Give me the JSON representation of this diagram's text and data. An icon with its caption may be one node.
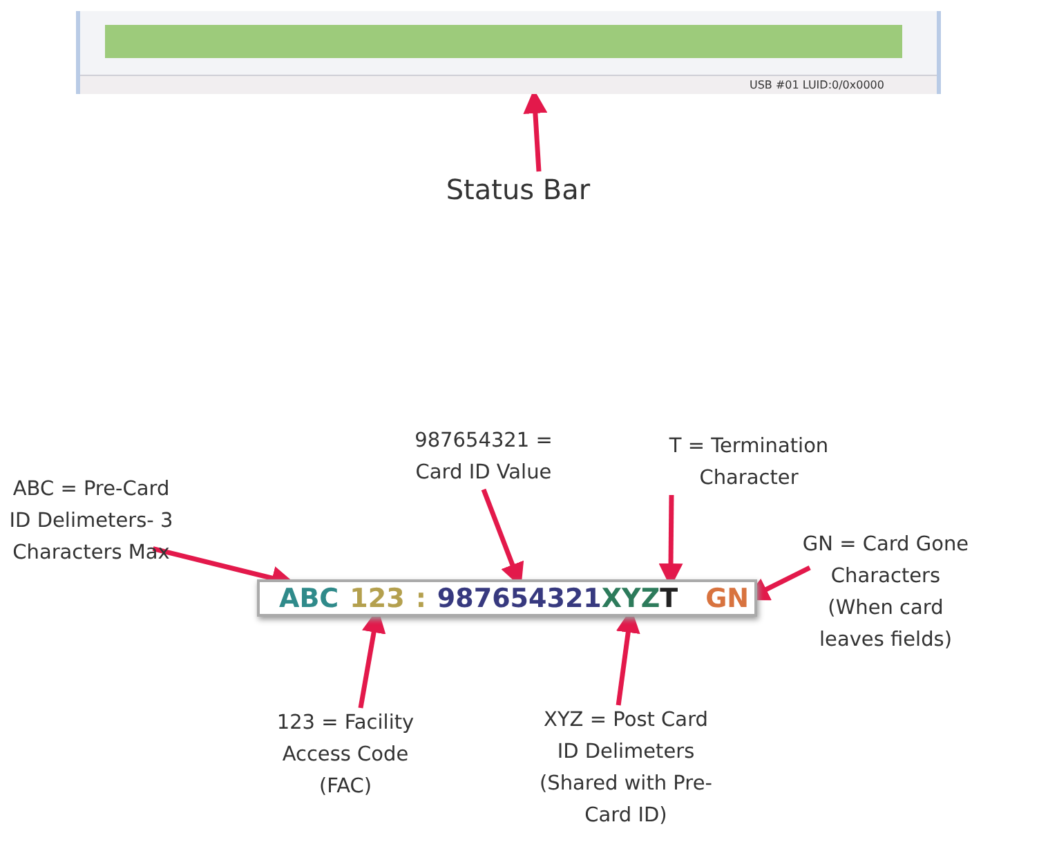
{
  "diagram": {
    "nodes": [
      {
        "text": [
          "USB #01 LUID:0/0x0000"
        ]
      },
      {
        "text": [
          "Status Bar"
        ]
      },
      {
        "text": [],
        "shape": "box"
      },
      {
        "text": [
          "ABC"
        ],
        "in": 2
      },
      {
        "text": [
          "123"
        ],
        "in": 2
      },
      {
        "text": [
          ":"
        ],
        "in": 2
      },
      {
        "text": [
          "987654321"
        ],
        "in": 2
      },
      {
        "text": [
          "XYZ"
        ],
        "in": 2
      },
      {
        "text": [
          "T"
        ],
        "in": 2
      },
      {
        "text": [
          "GN"
        ],
        "in": 2
      },
      {
        "text": [
          "ABC = Pre-Card ID Delimeters- 3 Characters Max"
        ]
      },
      {
        "text": [
          "987654321 = Card ID Value"
        ]
      },
      {
        "text": [
          "T = Termination Character"
        ]
      },
      {
        "text": [
          "GN = Card Gone Characters (When card leaves fields)"
        ]
      },
      {
        "text": [
          "123 = Facility Access Code (FAC)"
        ]
      },
      {
        "text": [
          "XYZ = Post Card ID Delimeters (Shared with Pre-Card ID)"
        ]
      }
    ],
    "edges": [
      {
        "from": 1,
        "to": 0,
        "arrow": "to"
      },
      {
        "from": 10,
        "to": 3,
        "arrow": "to"
      },
      {
        "from": 11,
        "to": 6,
        "arrow": "to"
      },
      {
        "from": 12,
        "to": 8,
        "arrow": "to"
      },
      {
        "from": 13,
        "to": 9,
        "arrow": "to"
      },
      {
        "from": 14,
        "to": 4,
        "arrow": "to"
      },
      {
        "from": 15,
        "to": 7,
        "arrow": "to"
      }
    ]
  }
}
